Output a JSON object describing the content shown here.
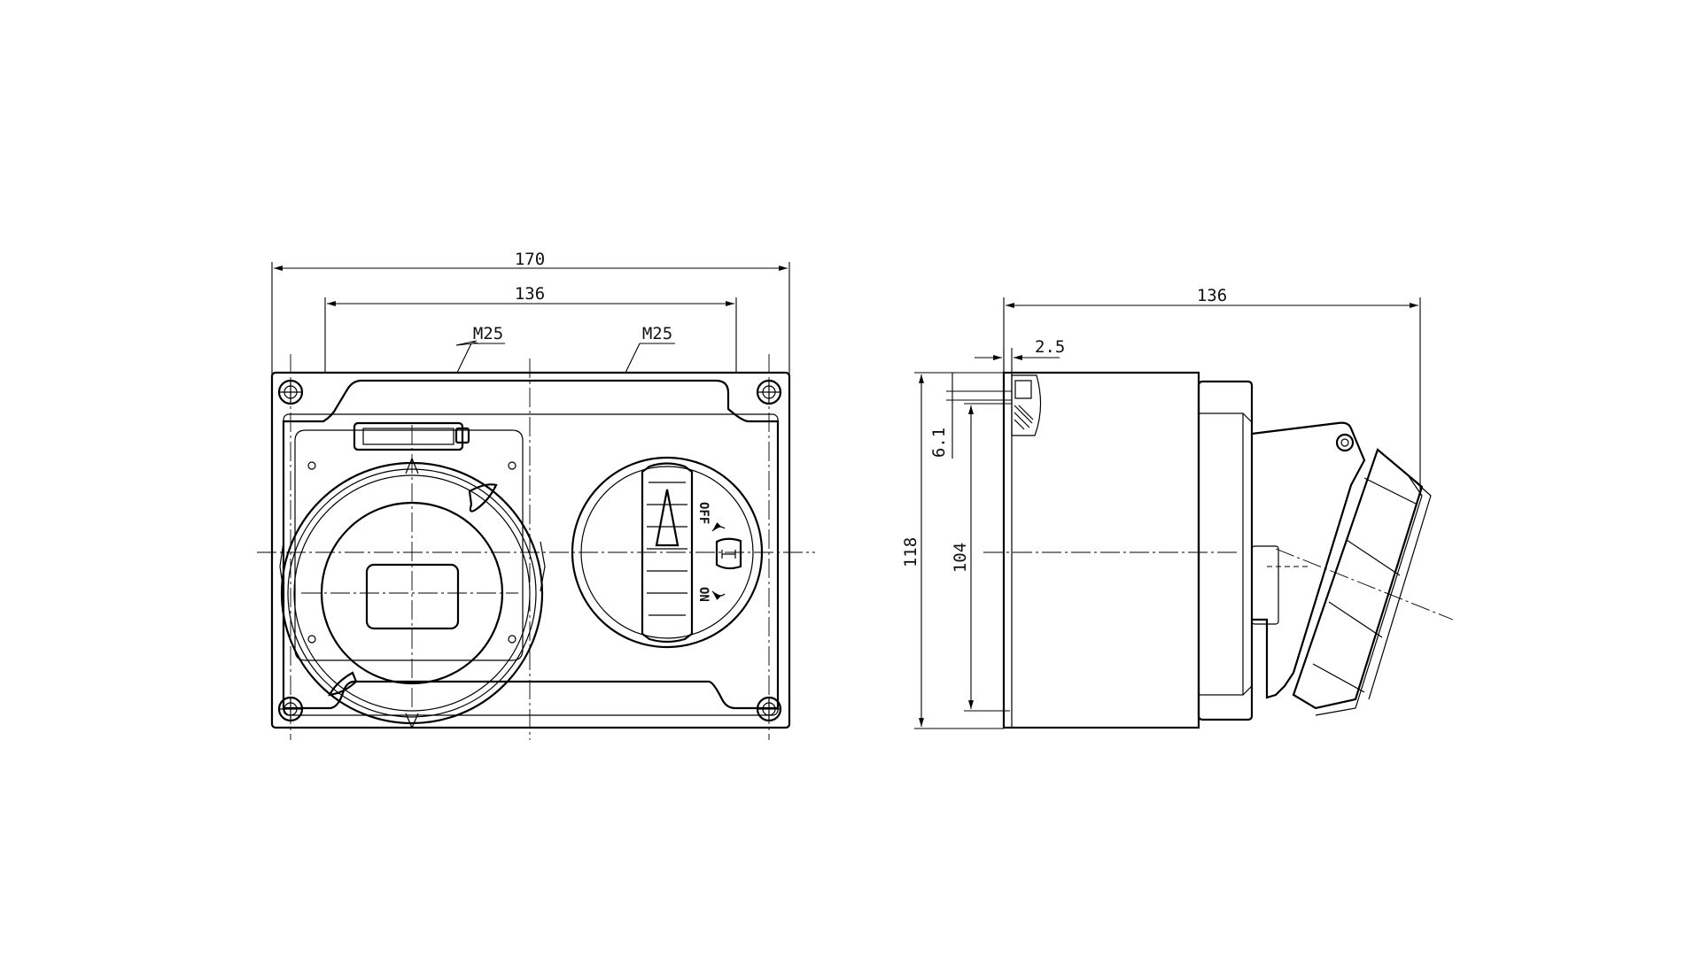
{
  "front_view": {
    "overall_width_label": "170",
    "hole_spacing_label": "136",
    "gland_left_label": "M25",
    "gland_right_label": "M25",
    "switch_off_label": "OFF",
    "switch_on_label": "ON"
  },
  "side_view": {
    "depth_label": "136",
    "wall_label": "2.5",
    "offset_label": "6.1",
    "overall_height_label": "118",
    "inner_height_label": "104"
  },
  "colors": {
    "line": "#000000",
    "background": "#ffffff"
  }
}
